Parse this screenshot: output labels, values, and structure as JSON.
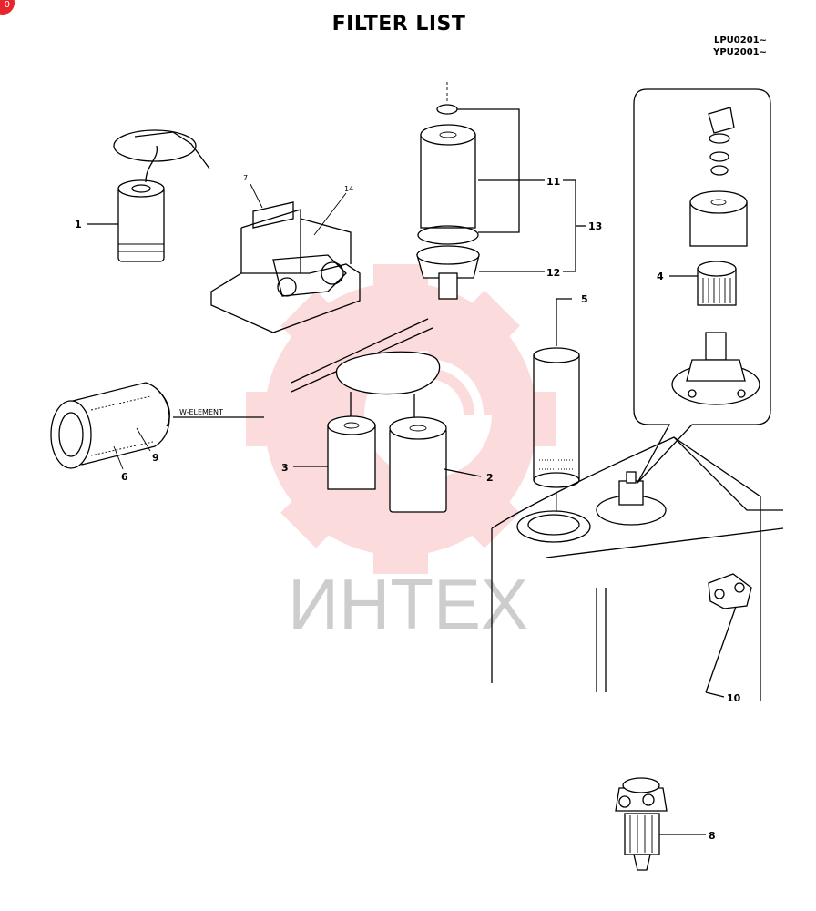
{
  "badge": "0",
  "title": "FILTER LIST",
  "serials": [
    "LPU0201~",
    "YPU2001~"
  ],
  "watermark": {
    "text": "ИНТЕХ",
    "color": "#e8242c"
  },
  "callouts": {
    "c1": "1",
    "c2": "2",
    "c3": "3",
    "c4": "4",
    "c5": "5",
    "c6": "6",
    "c7": "7",
    "c8": "8",
    "c9": "9",
    "c10": "10",
    "c11": "11",
    "c12": "12",
    "c13": "13",
    "c14": "14",
    "w_element": "W-ELEMENT"
  }
}
